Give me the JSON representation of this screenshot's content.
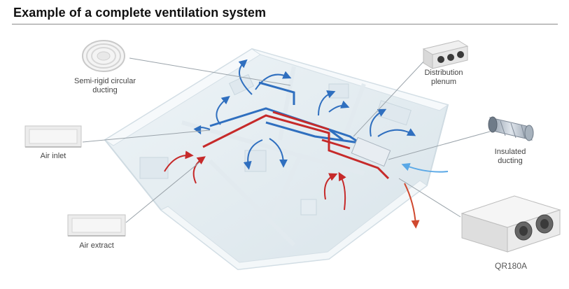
{
  "title": "Example of a complete ventilation system",
  "labels": {
    "semi_rigid": "Semi-rigid circular ducting",
    "distribution": "Distribution plenum",
    "air_inlet": "Air inlet",
    "insulated": "Insulated ducting",
    "air_extract": "Air extract",
    "model": "QR180A"
  },
  "colors": {
    "supply": "#2f6fbf",
    "extract": "#c62a2a",
    "fresh_air": "#5aa8e6",
    "exhaust": "#d0492f"
  }
}
